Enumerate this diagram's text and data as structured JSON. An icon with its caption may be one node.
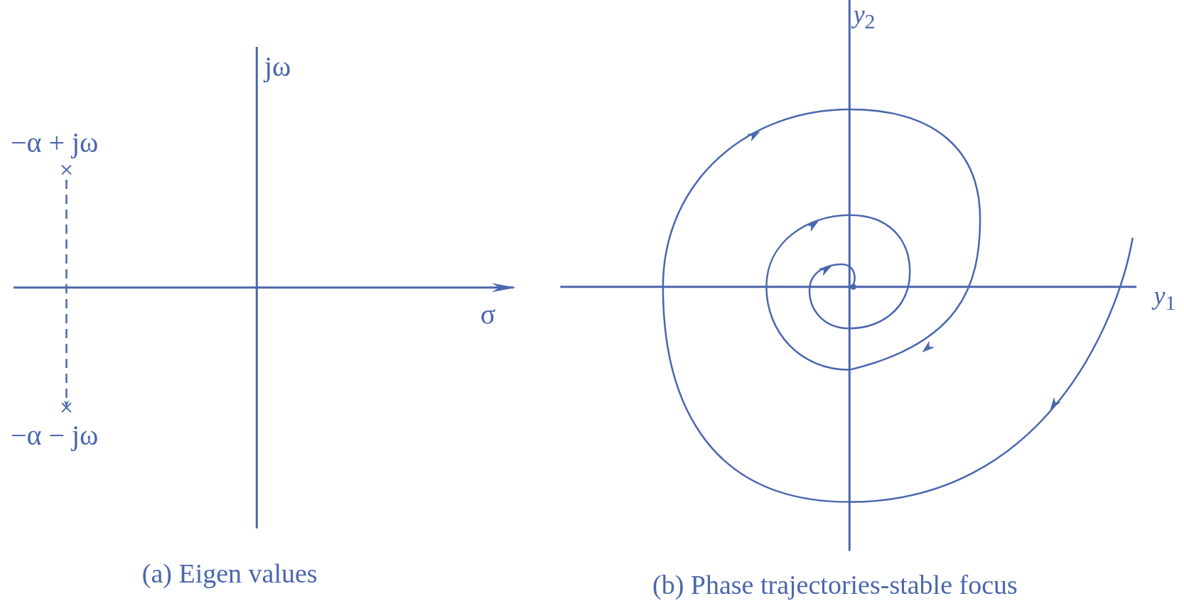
{
  "diagram": {
    "labels": [
      "jω",
      "−α + jω",
      "σ",
      "−α − jω",
      "(a) Eigen values",
      "*y*$_{2}$",
      "*y*$_{1}$",
      "(b) Phase trajectories-stable focus"
    ]
  }
}
